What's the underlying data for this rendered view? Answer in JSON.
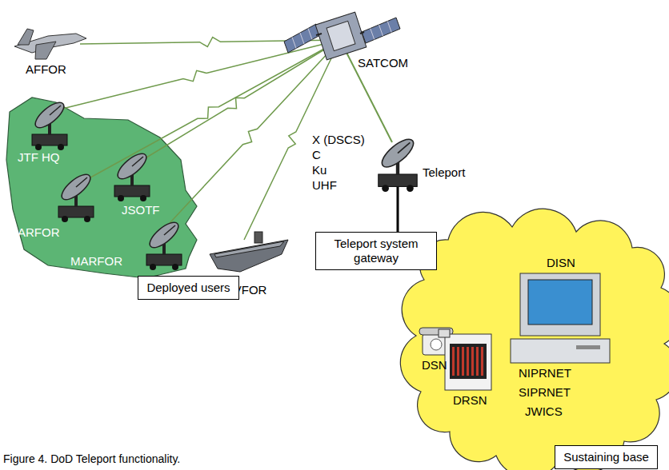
{
  "diagram": {
    "caption": "Figure 4. DoD Teleport functionality.",
    "nodes": [
      {
        "text": [
          "Deployed users"
        ]
      },
      {
        "text": [
          "Teleport system gateway"
        ]
      },
      {
        "text": [
          "Sustaining base"
        ]
      }
    ],
    "labels": [
      "SATCOM",
      "AFFOR",
      "JTF HQ",
      "ARFOR",
      "JSOTF",
      "MARFOR",
      "NAVFOR",
      "X (DSCS)",
      "C",
      "Ku",
      "UHF",
      "Teleport",
      "DSN",
      "DRSN",
      "DISN",
      "NIPRNET",
      "SIPRNET",
      "JWICS"
    ]
  }
}
